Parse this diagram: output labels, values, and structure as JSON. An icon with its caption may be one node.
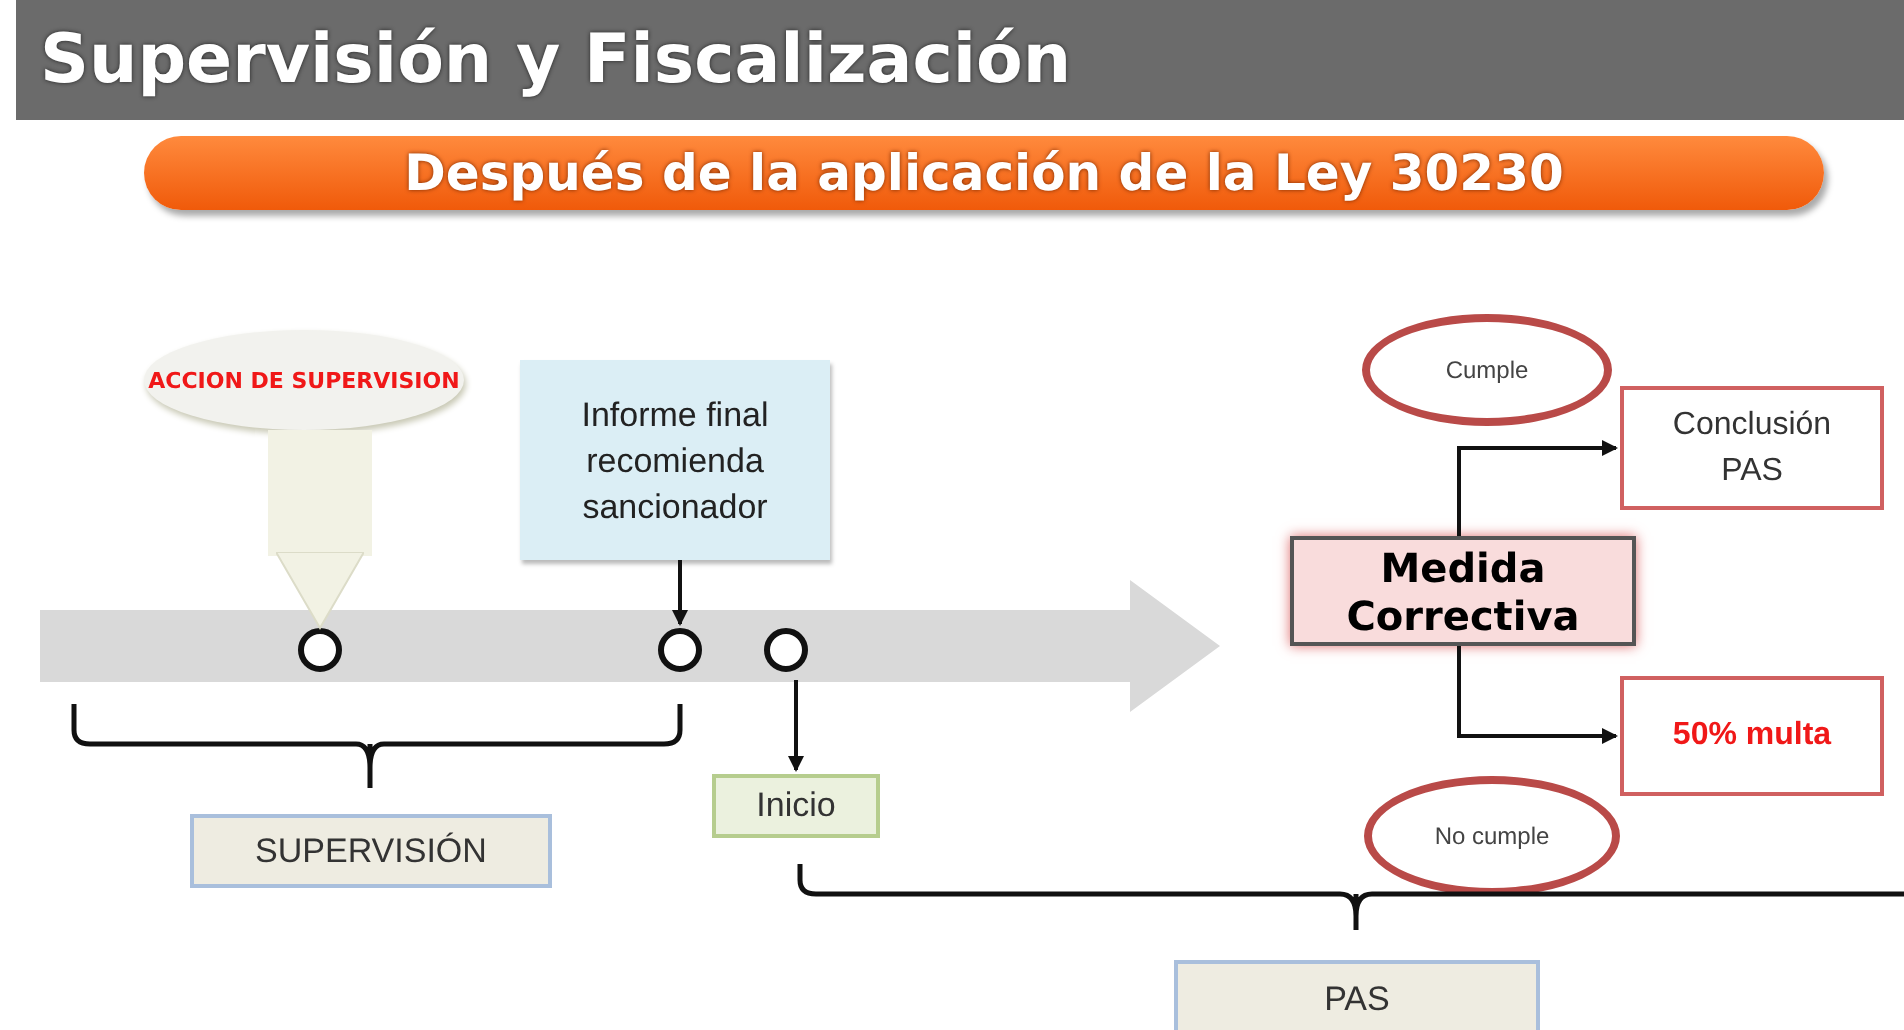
{
  "diagram": {
    "title": "Supervisión y Fiscalización",
    "nodes": [
      {
        "text": [
          "Después de la aplicación de la Ley 30230"
        ]
      },
      {
        "text": [
          "ACCION DE SUPERVISION"
        ]
      },
      {
        "text": [
          "Informe final recomienda sancionador"
        ]
      },
      {
        "text": [],
        "shape": "arrow"
      },
      {
        "text": [],
        "shape": "circle",
        "in": 3
      },
      {
        "text": [],
        "shape": "circle",
        "in": 3
      },
      {
        "text": [],
        "shape": "circle",
        "in": 3
      },
      {
        "text": [
          "Inicio"
        ]
      },
      {
        "text": [
          "SUPERVISIÓN"
        ]
      },
      {
        "text": [
          "PAS"
        ]
      },
      {
        "text": [
          "Cumple"
        ]
      },
      {
        "text": [
          "Medida Correctiva"
        ]
      },
      {
        "text": [
          "Conclusión PAS"
        ]
      },
      {
        "text": [
          "50% multa"
        ]
      },
      {
        "text": [
          "No cumple"
        ]
      }
    ],
    "edges": [
      {
        "from": 1,
        "to": 4,
        "arrow": "to",
        "style": "thick",
        "color": "#f2f2e4"
      },
      {
        "from": 2,
        "to": 5,
        "arrow": "to"
      },
      {
        "from": 6,
        "to": 7,
        "arrow": "to"
      },
      {
        "from": 11,
        "to": 12,
        "arrow": "to"
      },
      {
        "from": 11,
        "to": 13,
        "arrow": "to"
      }
    ]
  }
}
